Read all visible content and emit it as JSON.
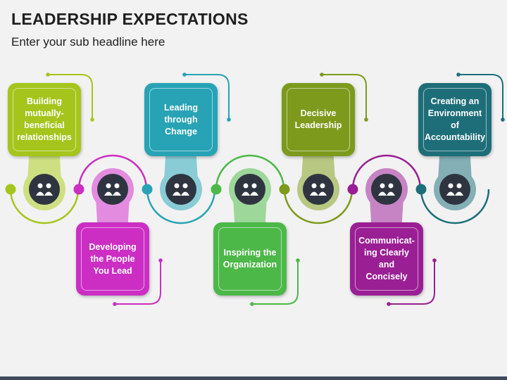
{
  "header": {
    "title": "LEADERSHIP EXPECTATIONS",
    "subtitle": "Enter your sub headline here"
  },
  "steps": [
    {
      "label": "Building\nmutually-\nbeneficial\nrelationships",
      "color": "#a5c51c",
      "icon": "handshake-icon",
      "position": "top"
    },
    {
      "label": "Developing\nthe People\nYou Lead",
      "color": "#cc2ec4",
      "icon": "team-gear-icon",
      "position": "bottom"
    },
    {
      "label": "Leading\nthrough\nChange",
      "color": "#28a3b5",
      "icon": "change-cycle-icon",
      "position": "top"
    },
    {
      "label": "Inspiring the\nOrganization",
      "color": "#4cb848",
      "icon": "leader-trophy-icon",
      "position": "bottom"
    },
    {
      "label": "Decisive\nLeadership",
      "color": "#7d9a1c",
      "icon": "group-icon",
      "position": "top"
    },
    {
      "label": "Communicat-\ning Clearly\nand Concisely",
      "color": "#9a1f94",
      "icon": "conversation-icon",
      "position": "bottom"
    },
    {
      "label": "Creating an\nEnvironment\nof\nAccountability",
      "color": "#1e6e79",
      "icon": "hands-together-icon",
      "position": "top"
    }
  ]
}
